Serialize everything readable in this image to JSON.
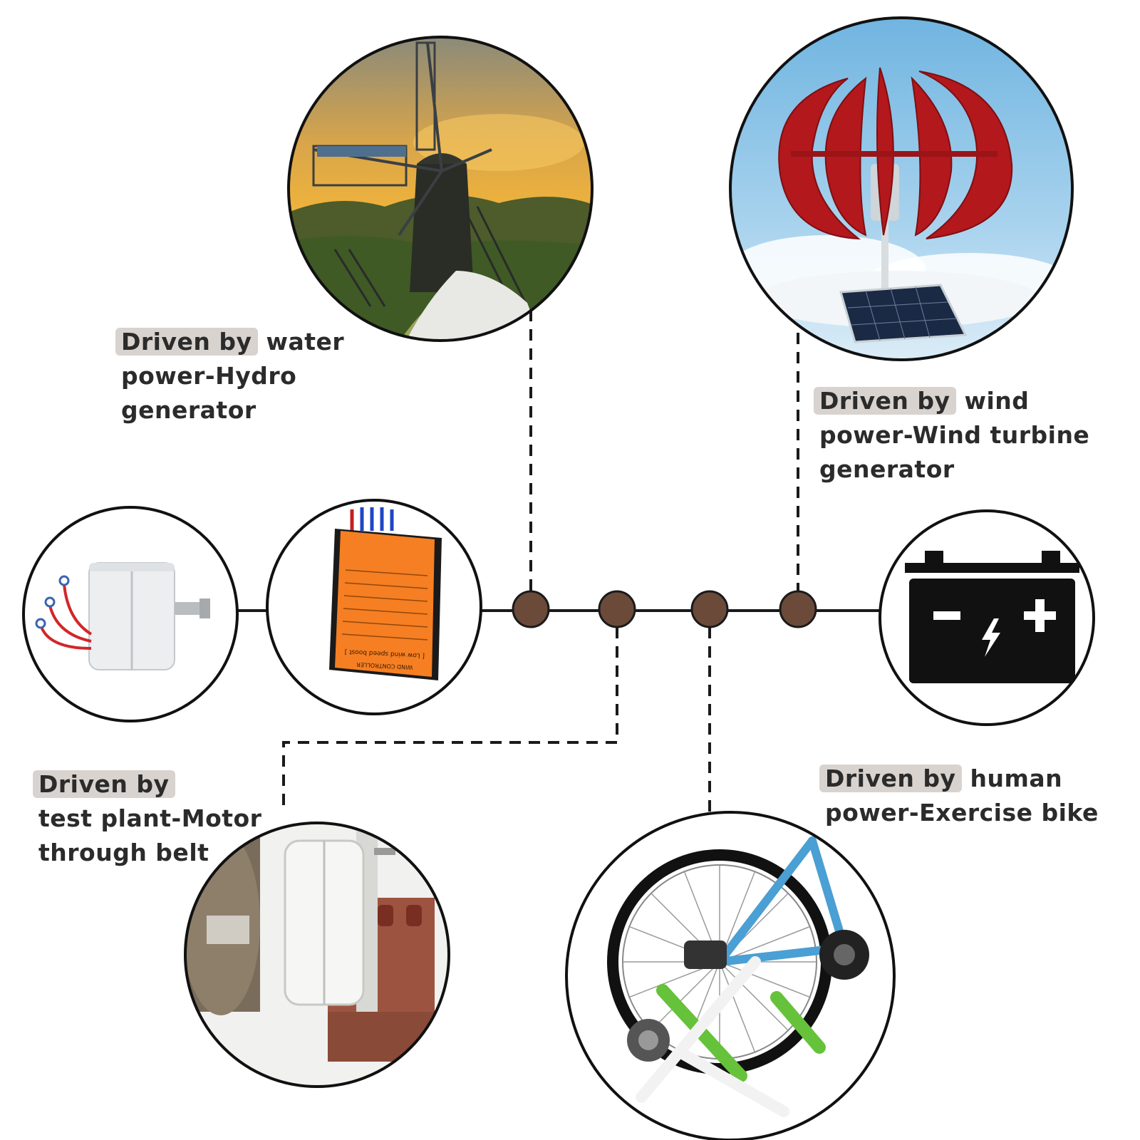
{
  "labels": {
    "hydro": {
      "highlight": "Driven by",
      "line1_rest": " water",
      "line2": "power-Hydro",
      "line3": "generator"
    },
    "wind": {
      "highlight": "Driven by",
      "line1_rest": " wind",
      "line2": "power-Wind turbine",
      "line3": "generator"
    },
    "motor": {
      "highlight": "Driven by",
      "line2": "test plant-Motor",
      "line3": "through belt"
    },
    "bike": {
      "highlight": "Driven by",
      "line1_rest": " human",
      "line2": "power-Exercise bike"
    }
  },
  "controller_text": {
    "title": "WIND CONTROLLER",
    "subtitle": "[ Low wind speed boost ]"
  },
  "icons": {
    "generator": "generator-icon",
    "controller": "wind-controller-icon",
    "battery": "battery-icon",
    "windmill": "windmill-icon",
    "turbine": "vertical-wind-turbine-icon",
    "motor": "motor-belt-icon",
    "bike": "exercise-bike-icon"
  },
  "colors": {
    "node": "#6b4a3a",
    "line": "#1a1a1a",
    "highlight": "#d9d3cf",
    "controller": "#f57f22",
    "turbine": "#b3181c",
    "battery": "#111111"
  }
}
